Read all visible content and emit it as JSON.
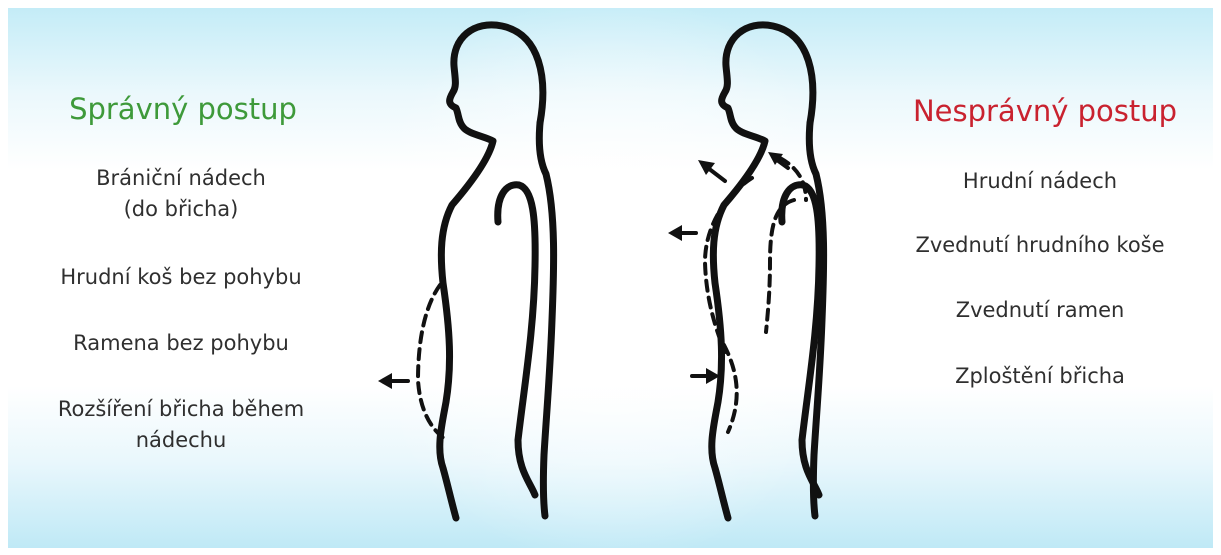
{
  "correct": {
    "heading": "Správný postup",
    "heading_color": "#3e9a3a",
    "items": [
      "Brániční nádech\n(do břicha)",
      "Hrudní koš bez pohybu",
      "Ramena bez pohybu",
      "Rozšíření břicha během\nnádechu"
    ]
  },
  "incorrect": {
    "heading": "Nesprávný postup",
    "heading_color": "#c9222f",
    "items": [
      "Hrudní nádech",
      "Zvednutí hrudního koše",
      "Zvednutí ramen",
      "Zploštění břicha"
    ]
  },
  "figures": {
    "left": "correct-breathing-figure",
    "right": "incorrect-breathing-figure"
  }
}
